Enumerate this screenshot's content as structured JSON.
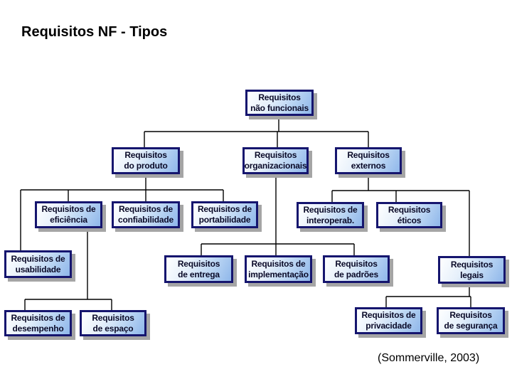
{
  "slide": {
    "title": "Requisitos NF - Tipos",
    "caption": "(Sommerville, 2003)"
  },
  "diagram": {
    "nodes": [
      {
        "id": "nao-funcionais",
        "label": "Requisitos\nnão funcionais"
      },
      {
        "id": "produto",
        "label": "Requisitos\ndo produto"
      },
      {
        "id": "organizacionais",
        "label": "Requisitos\norganizacionais"
      },
      {
        "id": "externos",
        "label": "Requisitos\nexternos"
      },
      {
        "id": "eficiencia",
        "label": "Requisitos de\neficiência"
      },
      {
        "id": "confiabilidade",
        "label": "Requisitos de\nconfiabilidade"
      },
      {
        "id": "portabilidade",
        "label": "Requisitos de\nportabilidade"
      },
      {
        "id": "interoperab",
        "label": "Requisitos de\ninteroperab."
      },
      {
        "id": "eticos",
        "label": "Requisitos\néticos"
      },
      {
        "id": "usabilidade",
        "label": "Requisitos de\nusabilidade"
      },
      {
        "id": "entrega",
        "label": "Requisitos\nde entrega"
      },
      {
        "id": "implementacao",
        "label": "Requisitos de\nimplementação"
      },
      {
        "id": "padroes",
        "label": "Requisitos\nde padrões"
      },
      {
        "id": "legais",
        "label": "Requisitos\nlegais"
      },
      {
        "id": "desempenho",
        "label": "Requisitos de\ndesempenho"
      },
      {
        "id": "espaco",
        "label": "Requisitos\nde espaço"
      },
      {
        "id": "privacidade",
        "label": "Requisitos de\nprivacidade"
      },
      {
        "id": "seguranca",
        "label": "Requisitos\nde segurança"
      }
    ],
    "edges": [
      {
        "from": "nao-funcionais",
        "to": [
          "produto",
          "organizacionais",
          "externos"
        ]
      },
      {
        "from": "produto",
        "to": [
          "usabilidade",
          "eficiencia",
          "confiabilidade",
          "portabilidade"
        ]
      },
      {
        "from": "eficiencia",
        "to": [
          "desempenho",
          "espaco"
        ]
      },
      {
        "from": "organizacionais",
        "to": [
          "entrega",
          "implementacao",
          "padroes"
        ]
      },
      {
        "from": "externos",
        "to": [
          "interoperab",
          "eticos",
          "legais"
        ]
      },
      {
        "from": "legais",
        "to": [
          "privacidade",
          "seguranca"
        ]
      }
    ],
    "colors": {
      "box_border": "#15156e",
      "box_fill_light": "#feffff",
      "box_fill_dark": "#8fb7ea",
      "box_shadow": "#a5a5a5",
      "line": "#000000",
      "text": "#0a0a28"
    }
  }
}
